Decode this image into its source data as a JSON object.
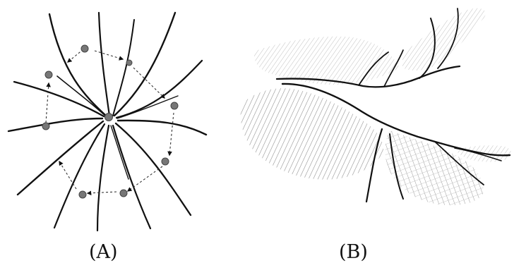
{
  "figure": {
    "panels": [
      {
        "id": "A",
        "caption": "(A)",
        "kind": "radial tentacle sketch with circulating dots"
      },
      {
        "id": "B",
        "caption": "(B)",
        "kind": "branching curves with hatched regions"
      }
    ]
  },
  "colors": {
    "ink": "#111111",
    "dots": "#777777",
    "hatch": "#8a8a8a",
    "hatch_light": "#b9b9b9"
  }
}
